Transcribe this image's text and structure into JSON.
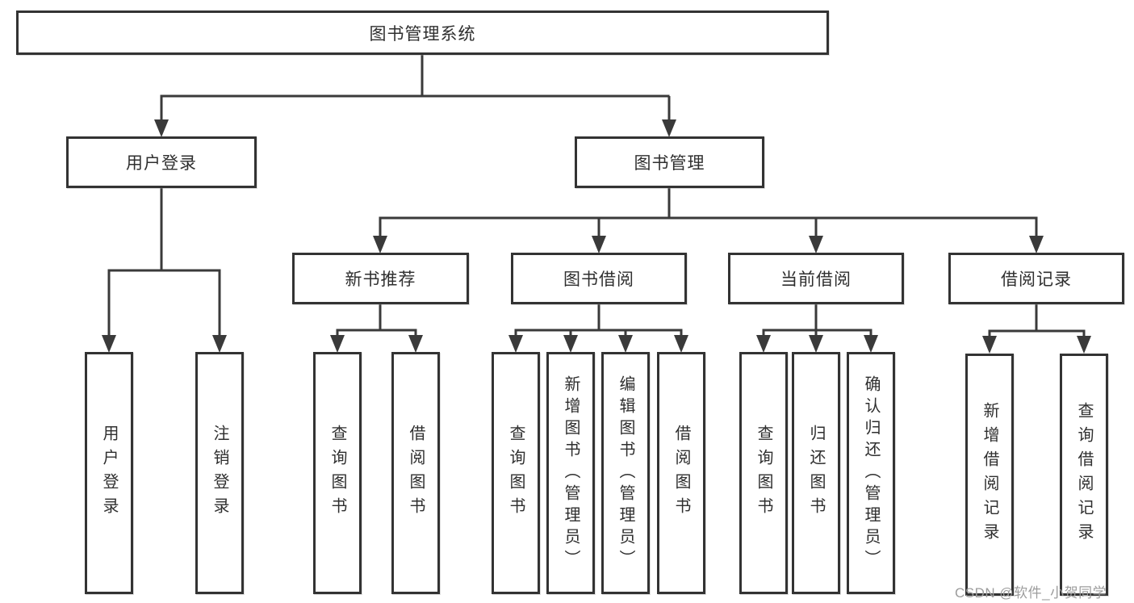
{
  "diagram": {
    "title": "图书管理系统",
    "nodes": {
      "root": "图书管理系统",
      "user_login": "用户登录",
      "book_mgmt": "图书管理",
      "new_book": "新书推荐",
      "book_borrow": "图书借阅",
      "current_borrow": "当前借阅",
      "borrow_record": "借阅记录",
      "leaf_user_login": "用户登录",
      "leaf_logout": "注销登录",
      "leaf_nb_query": "查询图书",
      "leaf_nb_borrow": "借阅图书",
      "leaf_bb_query": "查询图书",
      "leaf_bb_add": "新增图书（管理员）",
      "leaf_bb_edit": "编辑图书（管理员）",
      "leaf_bb_borrow": "借阅图书",
      "leaf_cb_query": "查询图书",
      "leaf_cb_return": "归还图书",
      "leaf_cb_confirm": "确认归还（管理员）",
      "leaf_br_add": "新增借阅记录",
      "leaf_br_query": "查询借阅记录"
    },
    "watermark": "CSDN @软件_小贺同学",
    "colors": {
      "line": "#3a3a3a",
      "box_border": "#333333",
      "text": "#2f2f2f",
      "watermark": "#9c9c9c",
      "background": "#ffffff"
    }
  }
}
